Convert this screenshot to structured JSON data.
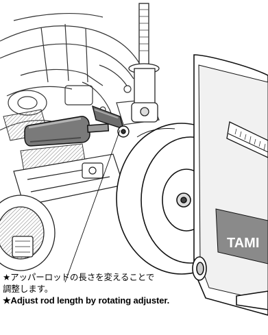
{
  "image": {
    "type": "technical-assembly-illustration",
    "subject": "RC car front suspension with hex driver on upper rod adjuster and wheel alignment gauge"
  },
  "gauge_brand": "TAMI",
  "caption": {
    "jp_line1": "★アッパーロッドの長さを変えることで",
    "jp_line2": "調整します。",
    "en_line": "★Adjust rod length by rotating adjuster."
  }
}
